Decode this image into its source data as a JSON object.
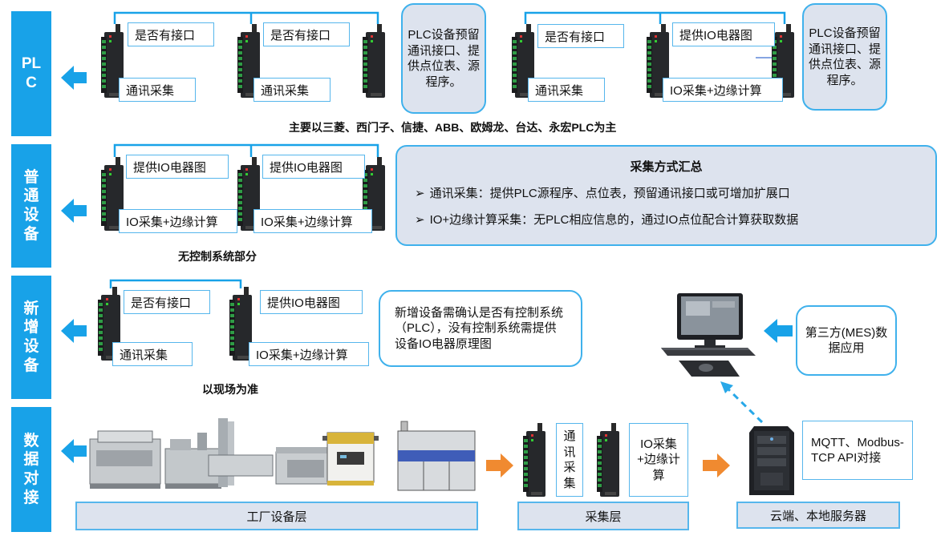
{
  "categories": {
    "plc": "PLC",
    "general": "普通设备",
    "new": "新增设备",
    "dock": "数据对接"
  },
  "labels": {
    "has_interface": "是否有接口",
    "comm_collect": "通讯采集",
    "provide_io": "提供IO电器图",
    "io_edge": "IO采集+边缘计算"
  },
  "plc_section": {
    "bubble_text": "PLC设备预留通讯接口、提供点位表、源程序。",
    "caption": "主要以三菱、西门子、信捷、ABB、欧姆龙、台达、永宏PLC为主"
  },
  "general_section": {
    "caption": "无控制系统部分"
  },
  "summary": {
    "title": "采集方式汇总",
    "items": [
      "通讯采集：提供PLC源程序、点位表，预留通讯接口或可增加扩展口",
      "IO+边缘计算采集：无PLC相应信息的，通过IO点位配合计算获取数据"
    ],
    "bullet": "➢"
  },
  "new_section": {
    "note": "新增设备需确认是否有控制系统（PLC），没有控制系统需提供设备IO电器原理图",
    "caption": "以现场为准"
  },
  "third_party": {
    "text": "第三方(MES)数据应用"
  },
  "dock_section": {
    "comm_vertical": "通讯采集",
    "io_vertical": "IO采集+边缘计算",
    "api_text": "MQTT、Modbus-TCP API对接",
    "factory_layer": "工厂设备层",
    "collect_layer": "采集层",
    "cloud_layer": "云端、本地服务器"
  },
  "colors": {
    "accent": "#18a2e8",
    "box_border": "#56b6ec",
    "bubble_fill": "#dde3ee",
    "arrow_orange": "#f08a30"
  }
}
